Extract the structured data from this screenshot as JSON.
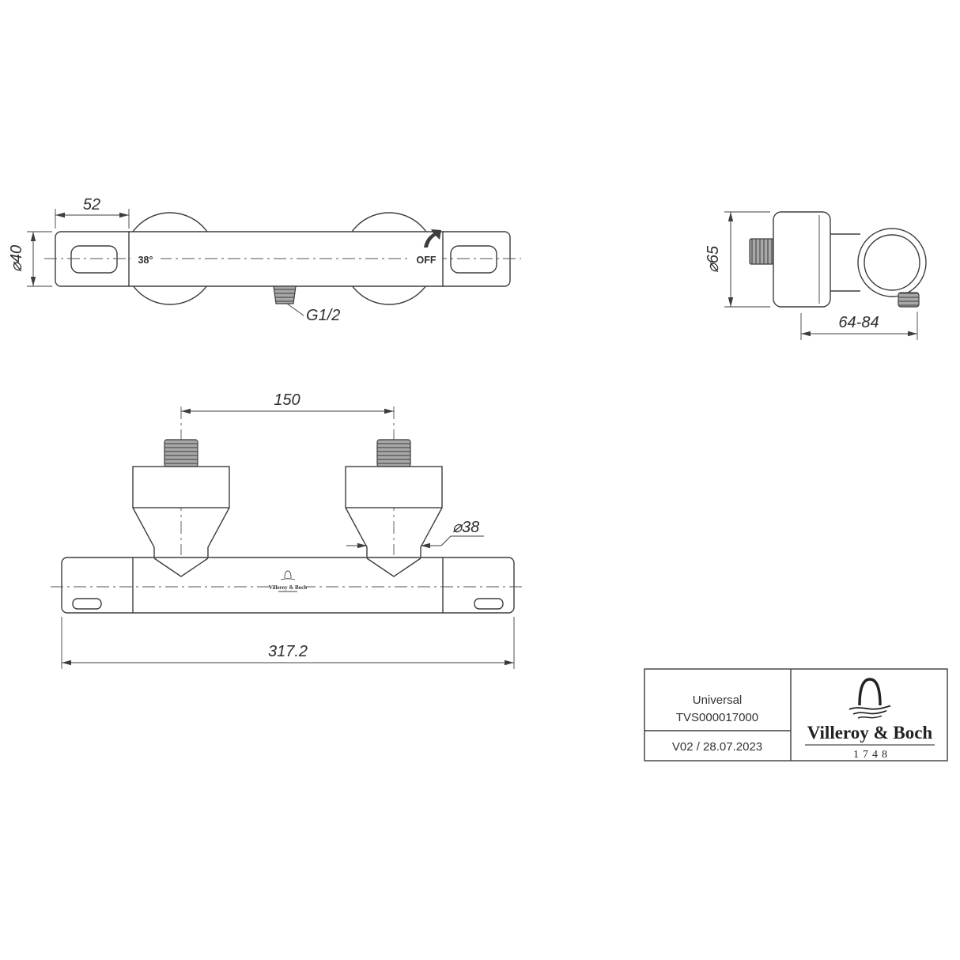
{
  "front_view": {
    "dim_offset": "52",
    "dim_diameter": "⌀40",
    "temp_label": "38°",
    "off_label": "OFF",
    "thread_label": "G1/2"
  },
  "side_view": {
    "dim_diameter": "⌀65",
    "dim_depth": "64-84"
  },
  "plan_view": {
    "dim_centers": "150",
    "dim_cone": "⌀38",
    "dim_overall": "317.2",
    "mini_logo": "Villeroy & Boch"
  },
  "title_block": {
    "product_name": "Universal",
    "product_code": "TVS000017000",
    "revision": "V02 / 28.07.2023",
    "brand_name": "Villeroy & Boch",
    "brand_year": "1748"
  },
  "colors": {
    "line": "#3d3d3d",
    "background": "#ffffff"
  }
}
